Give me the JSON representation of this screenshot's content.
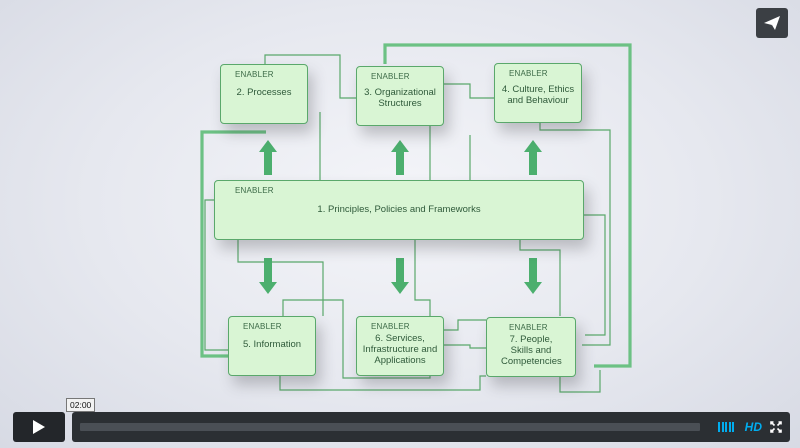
{
  "diagram": {
    "enabler_tag": "ENABLER",
    "boxes": {
      "processes": "2. Processes",
      "org_structures": "3. Organizational Structures",
      "culture": "4. Culture, Ethics and Behaviour",
      "principles": "1. Principles, Policies and Frameworks",
      "information": "5. Information",
      "services": "6. Services, Infrastructure and Applications",
      "people": "7. People, Skills and Competencies"
    }
  },
  "player": {
    "current_time": "02:00",
    "progress": 0,
    "quality_label": "HD"
  },
  "icons": {
    "share": "share-plane-icon",
    "play": "play-icon",
    "volume": "volume-bars-icon",
    "fullscreen": "fullscreen-icon"
  },
  "colors": {
    "box_fill": "#d9f5d4",
    "box_border": "#5aa86b",
    "arrow": "#4caf6e",
    "accent": "#00adef"
  }
}
